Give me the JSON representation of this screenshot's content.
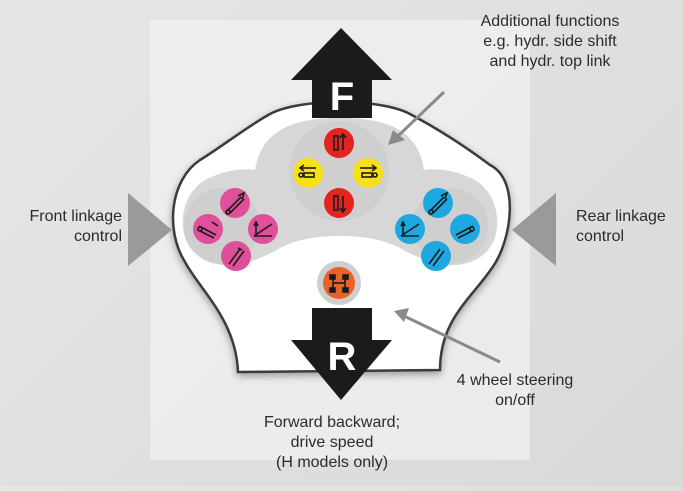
{
  "labels": {
    "additional_functions": "Additional functions\ne.g. hydr. side shift\nand hydr. top link",
    "front_linkage": "Front linkage\ncontrol",
    "rear_linkage": "Rear linkage\ncontrol",
    "four_wheel": "4 wheel steering\non/off",
    "forward_backward": "Forward backward;\ndrive speed\n(H models only)"
  },
  "arrows": {
    "forward_letter": "F",
    "reverse_letter": "R"
  },
  "colors": {
    "magenta": "#e0509a",
    "cyan": "#1da8e0",
    "red": "#e32420",
    "yellow": "#f7e016",
    "orange": "#e8632a",
    "grey_pad": "#d6d6d6",
    "grey_arrow": "#9a9a9a",
    "panel": "#ffffff",
    "arrow": "#1b1b1b"
  },
  "icons": {
    "front_group": [
      "tilt-up-icon",
      "tilt-horizontal-icon",
      "lift-icon",
      "lower-icon"
    ],
    "rear_group": [
      "tilt-up-icon",
      "tilt-horizontal-icon",
      "lift-icon",
      "lower-icon"
    ],
    "center_group": [
      "cylinder-up-icon",
      "shift-left-icon",
      "shift-right-icon",
      "cylinder-down-icon"
    ],
    "steering": "four-wheel-steering-icon"
  }
}
